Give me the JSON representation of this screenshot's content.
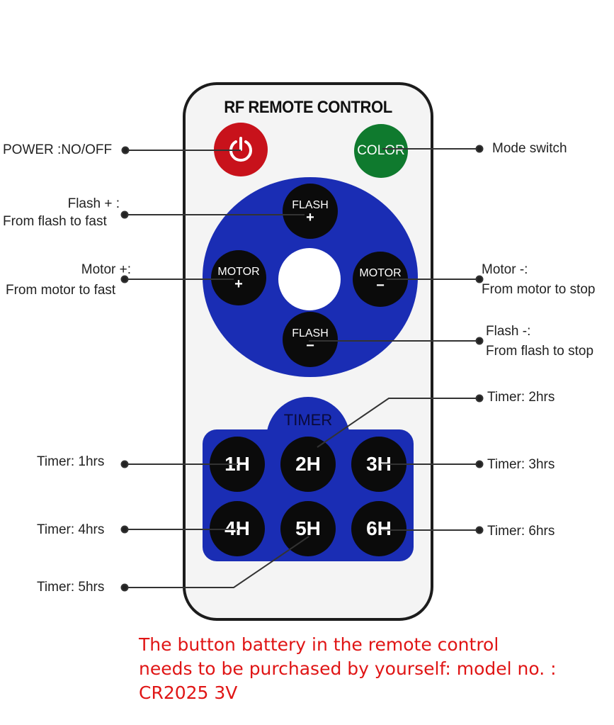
{
  "remote": {
    "title": "RF REMOTE CONTROL",
    "power_icon": "power-icon",
    "color_label": "COLOR",
    "flash_plus": {
      "label": "FLASH",
      "sym": "+"
    },
    "flash_minus": {
      "label": "FLASH",
      "sym": "−"
    },
    "motor_plus": {
      "label": "MOTOR",
      "sym": "+"
    },
    "motor_minus": {
      "label": "MOTOR",
      "sym": "−"
    },
    "timer_label": "TIMER",
    "timer_keys": [
      "1H",
      "2H",
      "3H",
      "4H",
      "5H",
      "6H"
    ],
    "colors": {
      "power": "#c8121b",
      "color": "#0f7a2e",
      "panel": "#1a2db4",
      "key": "#0b0b0b"
    }
  },
  "callouts": {
    "power": "POWER :NO/OFF",
    "mode": "Mode switch",
    "flash_plus_1": "Flash + :",
    "flash_plus_2": "From flash to fast",
    "motor_plus_1": "Motor +:",
    "motor_plus_2": "From motor to fast",
    "motor_minus_1": "Motor -:",
    "motor_minus_2": "From motor to stop",
    "flash_minus_1": "Flash -:",
    "flash_minus_2": "From flash to stop",
    "timer_1": "Timer:  1hrs",
    "timer_2": "Timer:  2hrs",
    "timer_3": "Timer:  3hrs",
    "timer_4": "Timer:  4hrs",
    "timer_5": "Timer:  5hrs",
    "timer_6": "Timer:  6hrs"
  },
  "note": {
    "line1": "The button battery in the remote control",
    "line2": "needs to be purchased by yourself: model no. :",
    "line3": "CR2025 3V"
  }
}
